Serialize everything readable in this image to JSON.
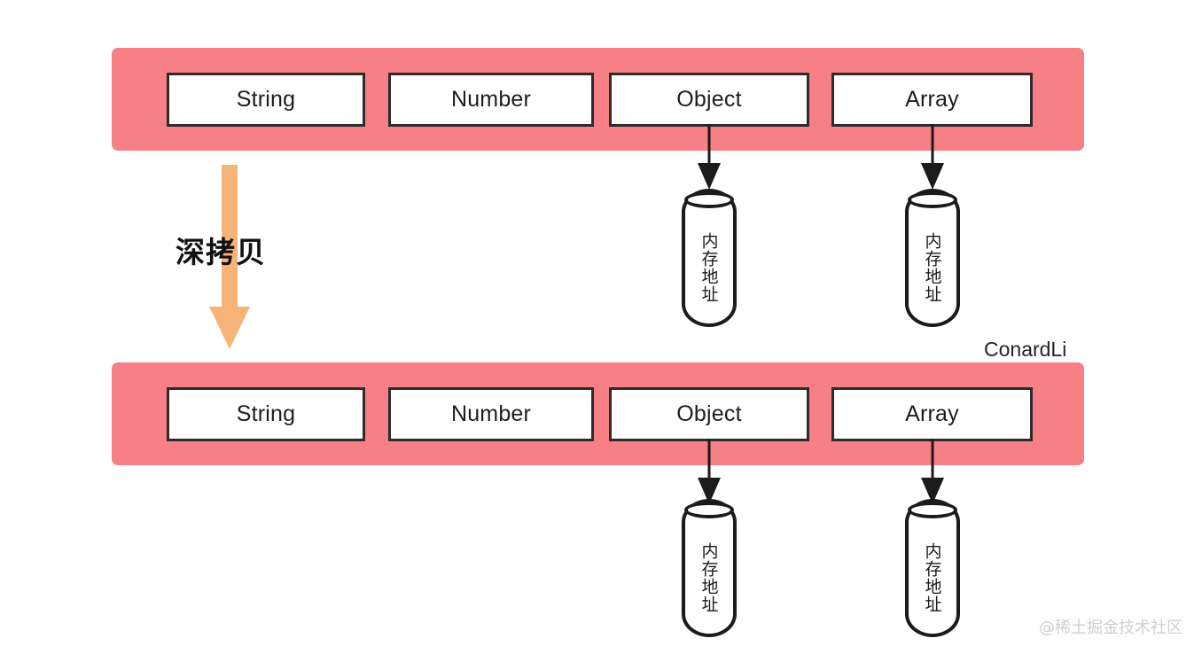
{
  "diagram": {
    "title_label": "深拷贝",
    "author": "ConardLi",
    "watermark": "@稀土掘金技术社区",
    "colors": {
      "bar": "#F77F86",
      "arrow": "#F7B378",
      "box_border": "#2E2B2B",
      "box_fill": "#FFFFFF",
      "text": "#1D1D1D",
      "watermark": "#CFCFCF"
    },
    "rows": [
      {
        "name": "source-object",
        "boxes": [
          {
            "label": "String",
            "has_pointer": false
          },
          {
            "label": "Number",
            "has_pointer": false
          },
          {
            "label": "Object",
            "has_pointer": true
          },
          {
            "label": "Array",
            "has_pointer": true
          }
        ]
      },
      {
        "name": "deep-copied-object",
        "boxes": [
          {
            "label": "String",
            "has_pointer": false
          },
          {
            "label": "Number",
            "has_pointer": false
          },
          {
            "label": "Object",
            "has_pointer": true
          },
          {
            "label": "Array",
            "has_pointer": true
          }
        ]
      }
    ],
    "memory_cells": [
      {
        "label": "内存地址",
        "row": "source-object"
      },
      {
        "label": "内存地址",
        "row": "source-object"
      },
      {
        "label": "内存地址",
        "row": "deep-copied-object"
      },
      {
        "label": "内存地址",
        "row": "deep-copied-object"
      }
    ]
  }
}
